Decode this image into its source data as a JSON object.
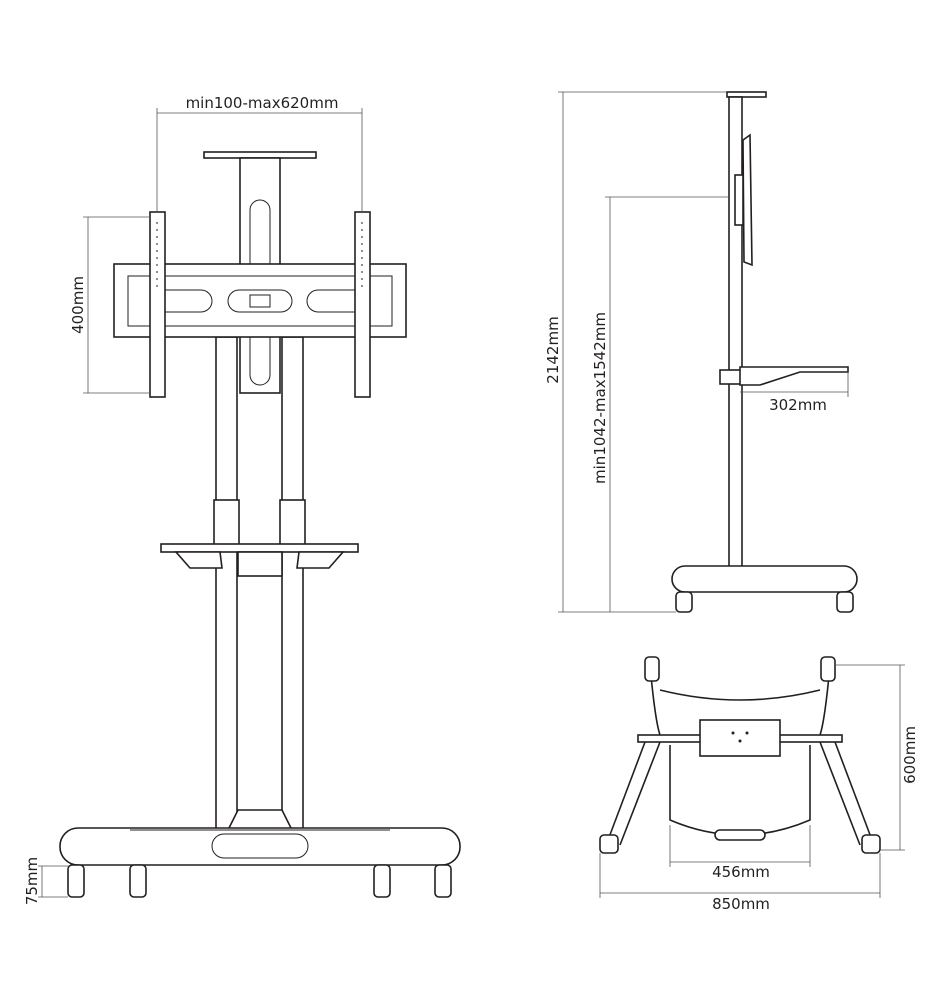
{
  "views": {
    "front": {
      "width_range_label": "min100-max620mm",
      "vesa_height_label": "400mm",
      "wheel_height_label": "75mm"
    },
    "side": {
      "total_height_label": "2142mm",
      "adjust_height_label": "min1042-max1542mm",
      "shelf_depth_label": "302mm"
    },
    "top": {
      "depth_label": "600mm",
      "inner_width_label": "456mm",
      "total_width_label": "850mm"
    }
  }
}
